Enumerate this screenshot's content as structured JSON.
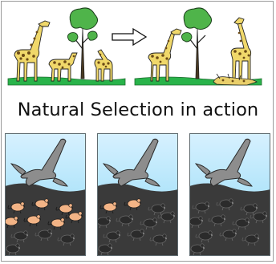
{
  "title": "Natural Selection in action",
  "colors": {
    "sky_top": "#d7f1ff",
    "sky_bottom": "#8ad7f5",
    "soil": "#3a3a3a",
    "grass": "#29b34a",
    "giraffe": "#f0d86a",
    "giraffe_spots": "#6b4a16",
    "tree_foliage": "#4fb44a",
    "hawk": "#8d8d8d",
    "mouse_light": "#f3b486",
    "mouse_dark": "#2b2b2b"
  },
  "panels": [
    {
      "name": "panel-1",
      "light_mice": 7,
      "dark_mice": 4
    },
    {
      "name": "panel-2",
      "light_mice": 2,
      "dark_mice": 9
    },
    {
      "name": "panel-3",
      "light_mice": 0,
      "dark_mice": 11
    }
  ],
  "icons": {
    "arrow": "right-arrow-icon",
    "hawk": "hawk-icon",
    "giraffe": "giraffe-icon",
    "tree": "acacia-tree-icon",
    "mouse": "mouse-icon"
  }
}
